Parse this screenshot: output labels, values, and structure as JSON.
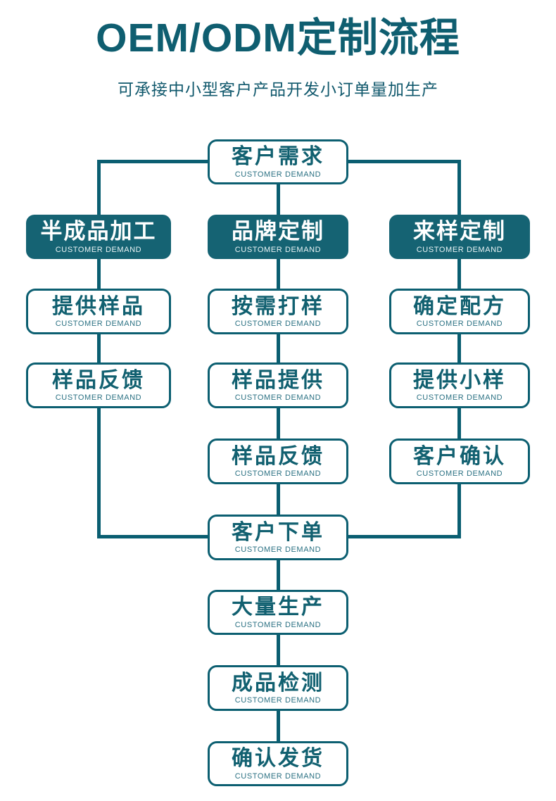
{
  "header": {
    "title": "OEM/ODM定制流程",
    "subtitle": "可承接中小型客户产品开发小订单量加生产"
  },
  "colors": {
    "teal_fill": "#156373",
    "connector_line": "#0a5e71",
    "title_text": "#0f5e70",
    "node_text": "#116070"
  },
  "flow": {
    "nodes": [
      {
        "label": "客户需求",
        "sublabel": "CUSTOMER DEMAND",
        "style": "outline"
      },
      {
        "label": "半成品加工",
        "sublabel": "CUSTOMER DEMAND",
        "style": "filled"
      },
      {
        "label": "品牌定制",
        "sublabel": "CUSTOMER DEMAND",
        "style": "filled"
      },
      {
        "label": "来样定制",
        "sublabel": "CUSTOMER DEMAND",
        "style": "filled"
      },
      {
        "label": "提供样品",
        "sublabel": "CUSTOMER DEMAND",
        "style": "outline"
      },
      {
        "label": "按需打样",
        "sublabel": "CUSTOMER DEMAND",
        "style": "outline"
      },
      {
        "label": "确定配方",
        "sublabel": "CUSTOMER DEMAND",
        "style": "outline"
      },
      {
        "label": "样品反馈",
        "sublabel": "CUSTOMER DEMAND",
        "style": "outline"
      },
      {
        "label": "样品提供",
        "sublabel": "CUSTOMER DEMAND",
        "style": "outline"
      },
      {
        "label": "提供小样",
        "sublabel": "CUSTOMER DEMAND",
        "style": "outline"
      },
      {
        "label": "样品反馈",
        "sublabel": "CUSTOMER DEMAND",
        "style": "outline"
      },
      {
        "label": "客户确认",
        "sublabel": "CUSTOMER DEMAND",
        "style": "outline"
      },
      {
        "label": "客户下单",
        "sublabel": "CUSTOMER DEMAND",
        "style": "outline"
      },
      {
        "label": "大量生产",
        "sublabel": "CUSTOMER DEMAND",
        "style": "outline"
      },
      {
        "label": "成品检测",
        "sublabel": "CUSTOMER DEMAND",
        "style": "outline"
      },
      {
        "label": "确认发货",
        "sublabel": "CUSTOMER DEMAND",
        "style": "outline"
      }
    ]
  }
}
